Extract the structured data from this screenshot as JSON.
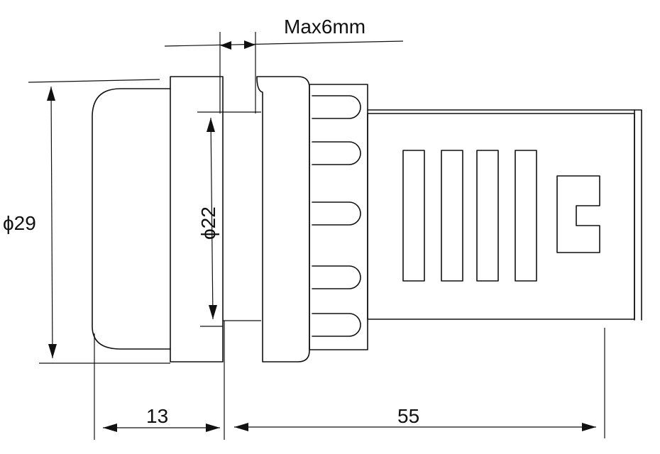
{
  "labels": {
    "max_thickness": "Max6mm",
    "diameter_outer": "ϕ29",
    "diameter_inner": "ϕ22",
    "length_front": "13",
    "length_body": "55"
  }
}
